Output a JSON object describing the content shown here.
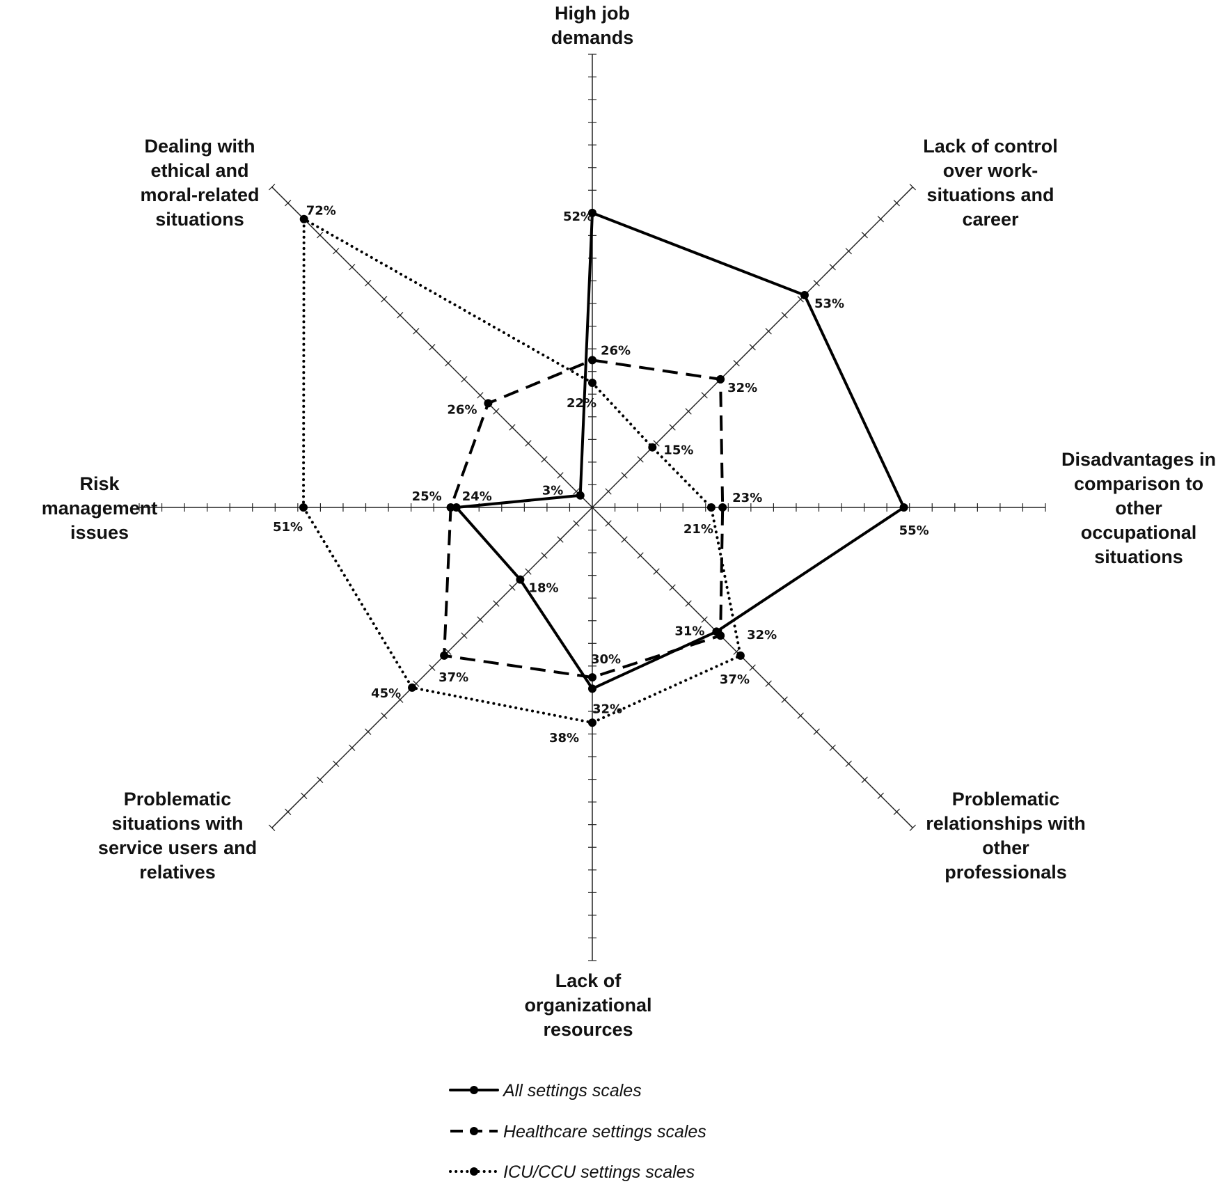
{
  "chart_data": {
    "type": "radar",
    "title": "",
    "value_unit": "%",
    "rmax": 80,
    "tick_step": 4,
    "axes": [
      {
        "name": "High job demands",
        "label_lines": [
          "High job",
          "demands"
        ]
      },
      {
        "name": "Lack of control over work-situations and career",
        "label_lines": [
          "Lack of control",
          "over work-",
          "situations and",
          "career"
        ]
      },
      {
        "name": "Disadvantages in comparison to other occupational situations",
        "label_lines": [
          "Disadvantages in",
          "comparison to",
          "other",
          "occupational",
          "situations"
        ]
      },
      {
        "name": "Problematic relationships with other professionals",
        "label_lines": [
          "Problematic",
          "relationships with",
          "other",
          "professionals"
        ]
      },
      {
        "name": "Lack of organizational resources",
        "label_lines": [
          "Lack of",
          "organizational",
          "resources"
        ]
      },
      {
        "name": "Problematic situations with service users and relatives",
        "label_lines": [
          "Problematic",
          "situations with",
          "service users and",
          "relatives"
        ]
      },
      {
        "name": "Risk management issues",
        "label_lines": [
          "Risk",
          "management",
          "issues"
        ]
      },
      {
        "name": "Dealing with ethical and moral-related situations",
        "label_lines": [
          "Dealing with",
          "ethical and",
          "moral-related",
          "situations"
        ]
      }
    ],
    "series": [
      {
        "name": "All settings scales",
        "style": "solid",
        "values": [
          52,
          53,
          55,
          31,
          32,
          18,
          24,
          3
        ],
        "labels": [
          "52%",
          "53%",
          "55%",
          "31%",
          "32%",
          "18%",
          "24%",
          "3%"
        ]
      },
      {
        "name": "Healthcare settings scales",
        "style": "dashed",
        "values": [
          26,
          32,
          23,
          32,
          30,
          37,
          25,
          26
        ],
        "labels": [
          "26%",
          "32%",
          "23%",
          "32%",
          "30%",
          "37%",
          "25%",
          "26%"
        ]
      },
      {
        "name": "ICU/CCU settings scales",
        "style": "dotted",
        "values": [
          22,
          15,
          21,
          37,
          38,
          45,
          51,
          72
        ],
        "labels": [
          "22%",
          "15%",
          "21%",
          "37%",
          "38%",
          "45%",
          "51%",
          "72%"
        ]
      }
    ],
    "legend_position": "bottom",
    "colors": {
      "line": "#000000",
      "axis": "#222222",
      "text": "#111111"
    }
  }
}
